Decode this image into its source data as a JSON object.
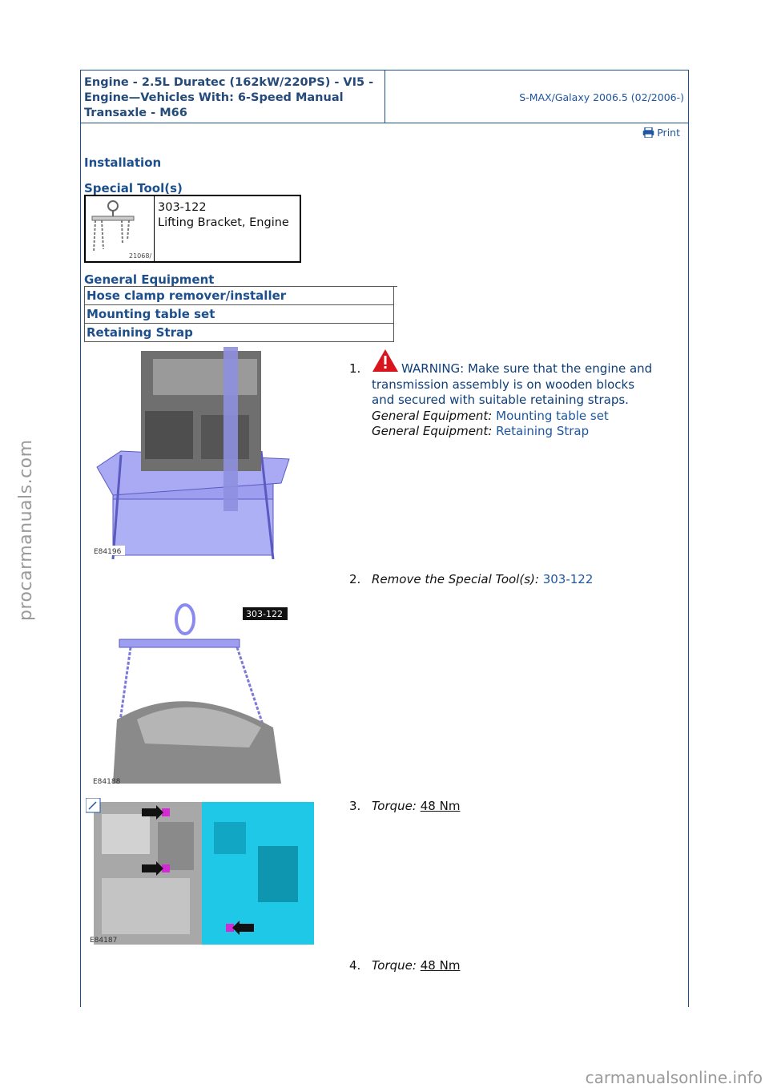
{
  "header": {
    "title": "Engine - 2.5L Duratec (162kW/220PS) - VI5 - Engine—Vehicles With: 6-Speed Manual Transaxle - M66",
    "model": "S-MAX/Galaxy 2006.5 (02/2006-)"
  },
  "print_label": "Print",
  "sections": {
    "installation": "Installation",
    "special_tools": "Special Tool(s)",
    "general_equipment": "General Equipment"
  },
  "special_tool": {
    "number": "303-122",
    "name": "Lifting Bracket, Engine",
    "image_code": "21068/"
  },
  "equipment": [
    "Hose clamp remover/installer",
    "Mounting table set",
    "Retaining Strap"
  ],
  "steps": [
    {
      "num": "1.",
      "warning": "WARNING: Make sure that the engine and transmission assembly is on wooden blocks and secured with suitable retaining straps.",
      "ge_label": "General Equipment:",
      "ge1": "Mounting table set",
      "ge2": "Retaining Strap",
      "image_code": "E84196"
    },
    {
      "num": "2.",
      "text": "Remove the Special Tool(s):",
      "link": "303-122",
      "image_code": "E84188",
      "callout": "303-122"
    },
    {
      "num": "3.",
      "label": "Torque:",
      "value": "48 Nm",
      "image_code": "E84187"
    },
    {
      "num": "4.",
      "label": "Torque:",
      "value": "48 Nm"
    }
  ],
  "watermarks": {
    "side": "procarmanuals.com",
    "bottom": "carmanualsonline.info"
  }
}
